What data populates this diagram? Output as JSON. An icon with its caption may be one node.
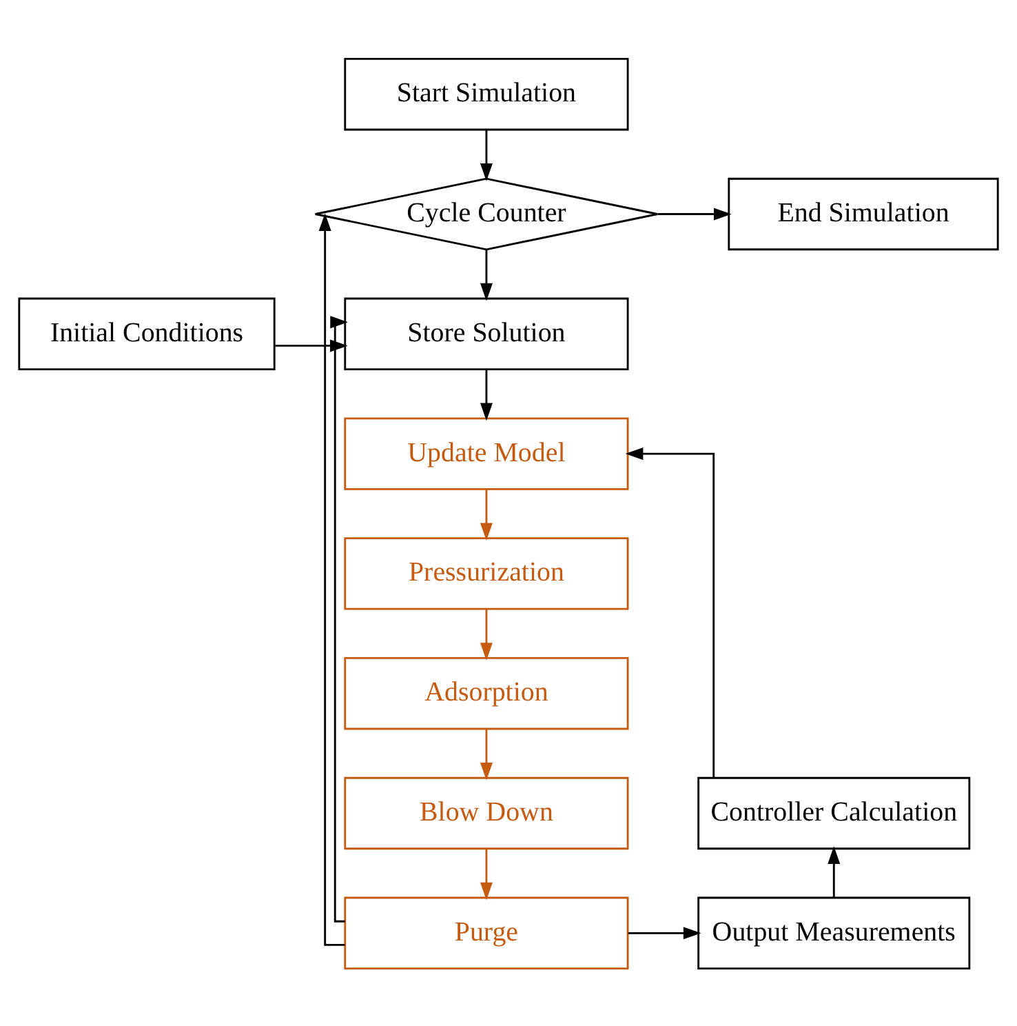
{
  "diagram": {
    "nodes": [
      {
        "text": [
          "Start Simulation"
        ]
      },
      {
        "text": [
          "Cycle Counter"
        ]
      },
      {
        "text": [
          "End Simulation"
        ]
      },
      {
        "text": [
          "Initial Conditions"
        ]
      },
      {
        "text": [
          "Store Solution"
        ]
      },
      {
        "text": [
          "Update Model"
        ]
      },
      {
        "text": [
          "Pressurization"
        ]
      },
      {
        "text": [
          "Adsorption"
        ]
      },
      {
        "text": [
          "Blow Down"
        ]
      },
      {
        "text": [
          "Purge"
        ]
      },
      {
        "text": [
          "Controller Calculation"
        ]
      },
      {
        "text": [
          "Output Measurements"
        ]
      }
    ],
    "edges": [
      {
        "from": 0,
        "to": 1,
        "arrow": "to"
      },
      {
        "from": 1,
        "to": 2,
        "arrow": "to"
      },
      {
        "from": 1,
        "to": 4,
        "arrow": "to"
      },
      {
        "from": 3,
        "to": 4,
        "arrow": "to"
      },
      {
        "from": 4,
        "to": 5,
        "arrow": "to"
      },
      {
        "from": 5,
        "to": 6,
        "arrow": "to",
        "color": "#c55a11"
      },
      {
        "from": 6,
        "to": 7,
        "arrow": "to",
        "color": "#c55a11"
      },
      {
        "from": 7,
        "to": 8,
        "arrow": "to",
        "color": "#c55a11"
      },
      {
        "from": 8,
        "to": 9,
        "arrow": "to",
        "color": "#c55a11"
      },
      {
        "from": 9,
        "to": 4,
        "arrow": "to"
      },
      {
        "from": 9,
        "to": 11,
        "arrow": "to"
      },
      {
        "from": 11,
        "to": 10,
        "arrow": "to"
      },
      {
        "from": 10,
        "to": 5,
        "arrow": "to"
      },
      {
        "from": 9,
        "to": 1,
        "arrow": "to"
      }
    ]
  }
}
